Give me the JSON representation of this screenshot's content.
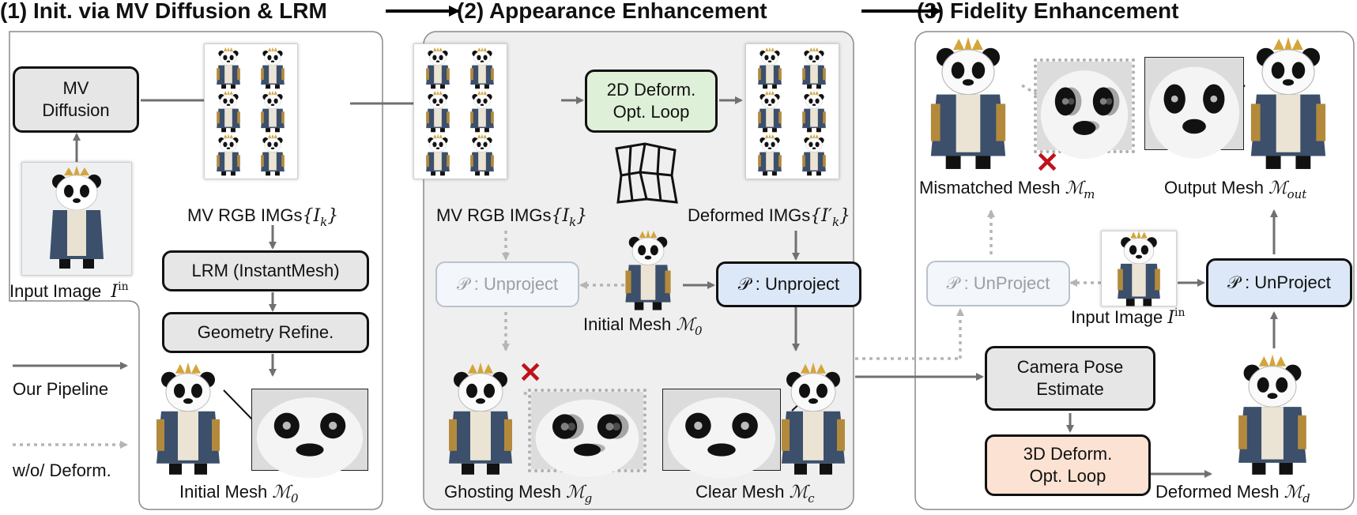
{
  "titles": {
    "stage1": "(1) Init. via MV Diffusion & LRM",
    "stage2": "(2) Appearance  Enhancement",
    "stage3": "(3) Fidelity Enhancement"
  },
  "boxes": {
    "mv_diffusion": "MV\nDiffusion",
    "lrm": "LRM (InstantMesh)",
    "geometry_refine": "Geometry Refine.",
    "deform2d": "2D Deform.\nOpt. Loop",
    "unproject_faded": "𝒫 : Unproject",
    "unproject": "𝒫 : Unproject",
    "unproject3_faded": "𝒫 : UnProject",
    "unproject3": "𝒫 : UnProject",
    "camera_pose": "Camera Pose\nEstimate",
    "deform3d": "3D Deform.\nOpt. Loop"
  },
  "labels": {
    "input_image": "Input Image",
    "input_image_sym": "I",
    "input_image_sup": "in",
    "mv_rgb_1": "MV RGB IMGs",
    "mv_rgb_1_sym": "{I",
    "mv_rgb_1_sub": "k",
    "mv_rgb_1_close": "}",
    "mv_rgb_2": "MV RGB IMGs",
    "deformed_imgs": "Deformed IMGs",
    "deformed_sym": "{I′",
    "initial_mesh": "Initial Mesh",
    "initial_mesh_sym": "ℳ",
    "initial_mesh_sub": "0",
    "initial_mesh_2": "Initial Mesh",
    "ghosting_mesh": "Ghosting Mesh",
    "ghosting_sub": "g",
    "clear_mesh": "Clear Mesh",
    "clear_sub": "c",
    "mismatched_mesh": "Mismatched Mesh",
    "mismatched_sub": "m",
    "output_mesh": "Output Mesh",
    "output_sub": "out",
    "deformed_mesh": "Deformed Mesh",
    "deformed_sub": "d",
    "input_image_2": "Input Image"
  },
  "legend": {
    "pipeline": "Our Pipeline",
    "no_deform": "w/o/ Deform."
  },
  "colors": {
    "arrow": "#707070",
    "dotted": "#b5b5b5",
    "cross": "#c0121a",
    "panel_bg": "#efefef"
  },
  "icons": [
    "panda-figure",
    "panda-face-closeup",
    "deformation-grid-icon",
    "cross-icon",
    "arrow-right-icon"
  ]
}
